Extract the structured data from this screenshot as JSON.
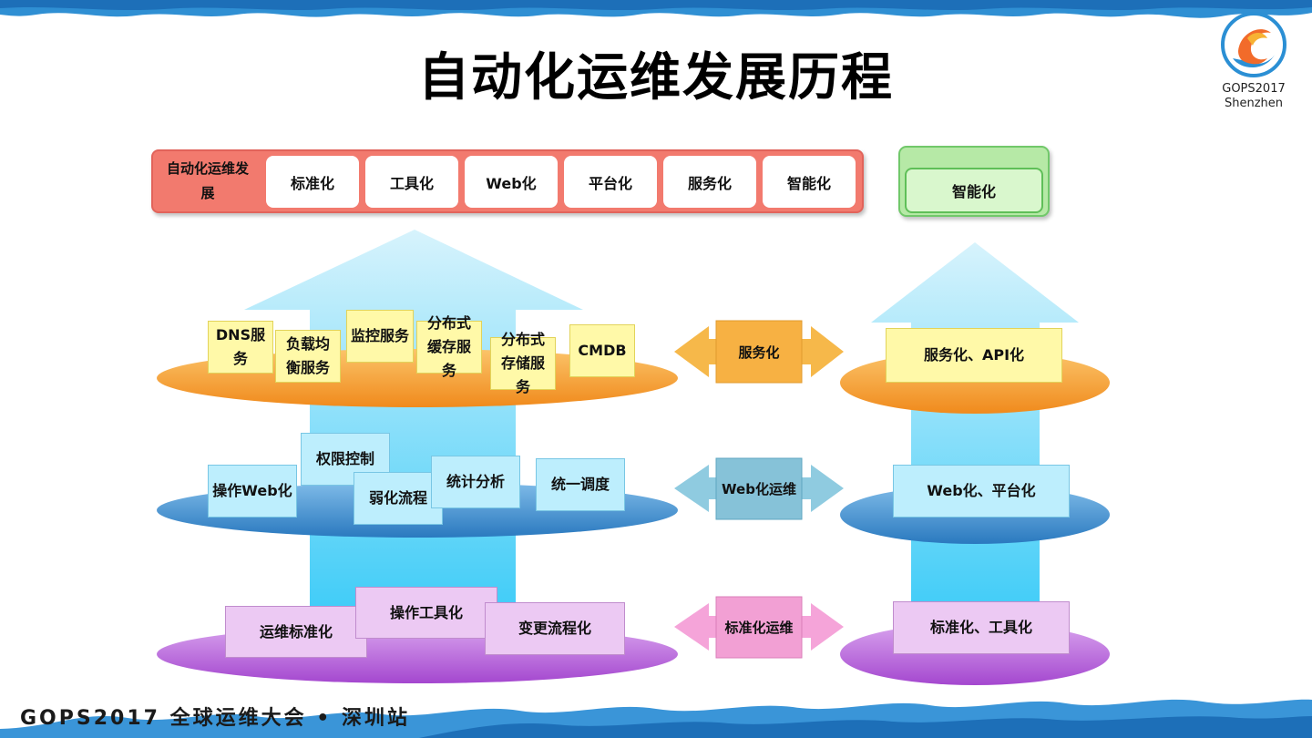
{
  "title": "自动化运维发展历程",
  "logo": {
    "line1": "GOPS2017",
    "line2": "Shenzhen"
  },
  "footer": "GOPS2017 全球运维大会 • 深圳站",
  "dev_bar": {
    "label": "自动化运维发展",
    "stages": [
      "标准化",
      "工具化",
      "Web化",
      "平台化",
      "服务化",
      "智能化"
    ]
  },
  "intelligent": "智能化",
  "left": {
    "service_items": [
      "DNS服务",
      "负载均衡服务",
      "监控服务",
      "分布式缓存服务",
      "分布式存储服务",
      "CMDB"
    ],
    "web_items": [
      "操作Web化",
      "权限控制",
      "弱化流程",
      "统计分析",
      "统一调度"
    ],
    "std_items": [
      "运维标准化",
      "操作工具化",
      "变更流程化"
    ]
  },
  "middle": {
    "service": "服务化",
    "web": "Web化运维",
    "std": "标准化运维"
  },
  "right": {
    "service": "服务化、API化",
    "web": "Web化、平台化",
    "std": "标准化、工具化"
  },
  "colors": {
    "dev_bar": "#f27a6e",
    "orange_ellipse": "#f5a13a",
    "blue_ellipse": "#3f8fd0",
    "purple_ellipse": "#b25fd6",
    "arrow": "#b8ecfa",
    "green": "#b6e9a6"
  },
  "icons": [
    "logo-swirl-icon",
    "splash-band-icon"
  ]
}
